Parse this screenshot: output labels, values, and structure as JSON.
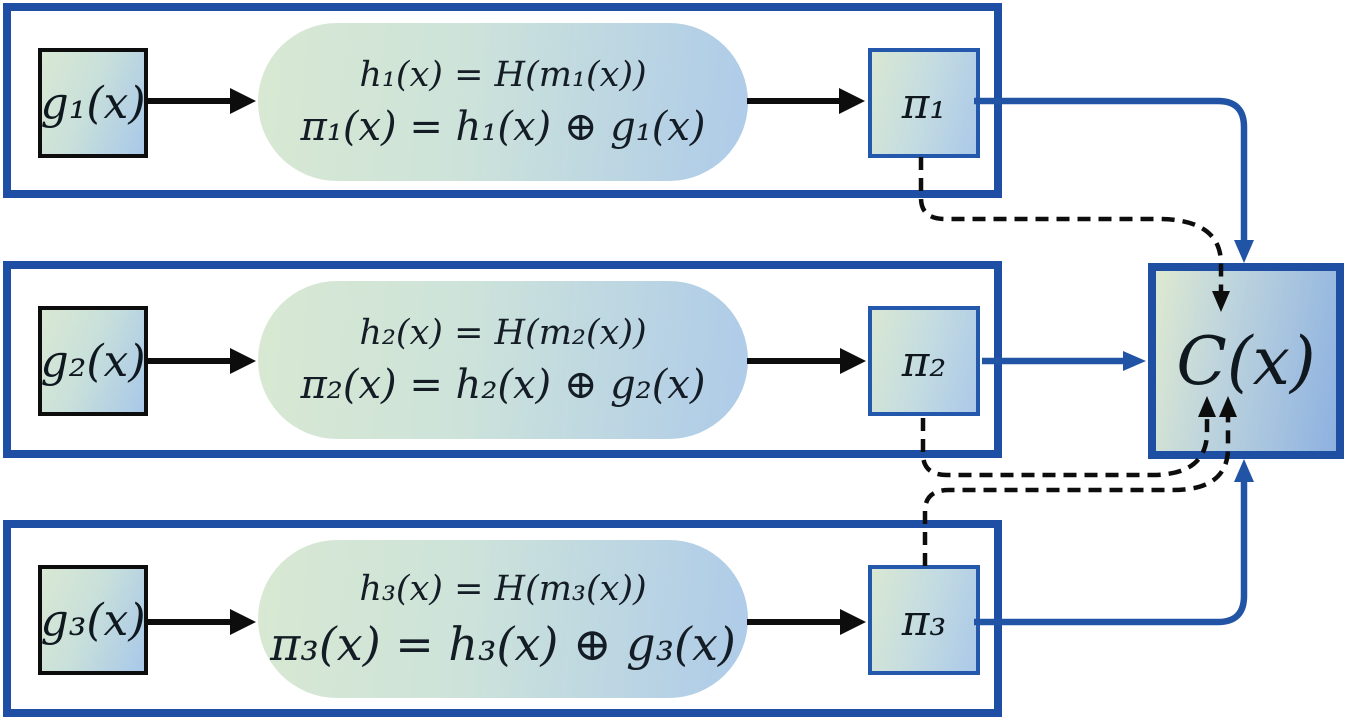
{
  "diagram": {
    "description": "Three parallel share-generation branches combined into C(x)",
    "rows": [
      {
        "input_label": "g₁(x)",
        "formula_line1": "h₁(x) = H(m₁(x))",
        "formula_line2": "π₁(x) = h₁(x) ⊕ g₁(x)",
        "output_label": "π₁"
      },
      {
        "input_label": "g₂(x)",
        "formula_line1": "h₂(x) = H(m₂(x))",
        "formula_line2": "π₂(x) = h₂(x) ⊕ g₂(x)",
        "output_label": "π₂"
      },
      {
        "input_label": "g₃(x)",
        "formula_line1": "h₃(x) = H(m₃(x))",
        "formula_line2": "π₃(x) = h₃(x) ⊕ g₃(x)",
        "output_label": "π₃"
      }
    ],
    "combiner_label": "C(x)",
    "colors": {
      "frame_border_blue": "#1f4fa4",
      "connector_blue": "#2254a6",
      "arrow_black": "#0d0d0d",
      "gradient_green": "#d9e8d3",
      "gradient_blue": "#aecbe9",
      "combiner_gradient_blue": "#8db1e0"
    }
  }
}
